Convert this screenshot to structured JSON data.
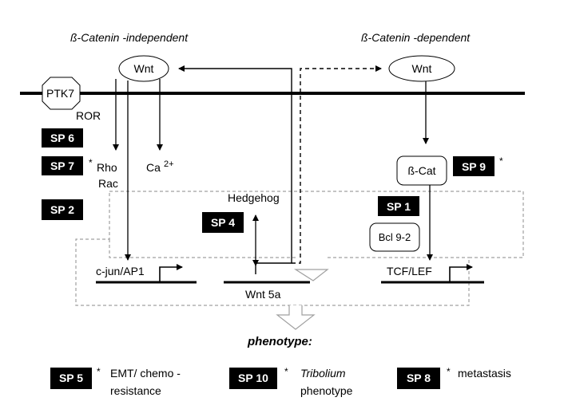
{
  "headers": {
    "independent": "ß-Catenin -independent",
    "dependent": "ß-Catenin -dependent"
  },
  "nodes": {
    "wnt_left": "Wnt",
    "wnt_right": "Wnt",
    "ptk7": "PTK7",
    "ror": "ROR",
    "rho": "Rho",
    "rac": "Rac",
    "ca": "Ca",
    "ca_sup": "2+",
    "hedgehog": "Hedgehog",
    "bcat": "ß-Cat",
    "bcl": "Bcl 9-2",
    "cjun": "c-jun/AP1",
    "wnt5a": "Wnt 5a",
    "tcf": "TCF/LEF",
    "phenotype": "phenotype:"
  },
  "sp_badges": {
    "sp6": "SP 6",
    "sp7": "SP 7",
    "sp2": "SP 2",
    "sp4": "SP 4",
    "sp1": "SP 1",
    "sp9": "SP 9",
    "sp5": "SP 5",
    "sp10": "SP 10",
    "sp8": "SP 8"
  },
  "asterisk": "*",
  "legend": {
    "sp5_line1": "EMT/ chemo -",
    "sp5_line2": "resistance",
    "sp10_line1": "Tribolium",
    "sp10_line2": "phenotype",
    "sp8_line1": "metastasis"
  },
  "colors": {
    "badge_fill": "#000000",
    "badge_text": "#ffffff",
    "dashed_region": "#a0a0a0"
  }
}
